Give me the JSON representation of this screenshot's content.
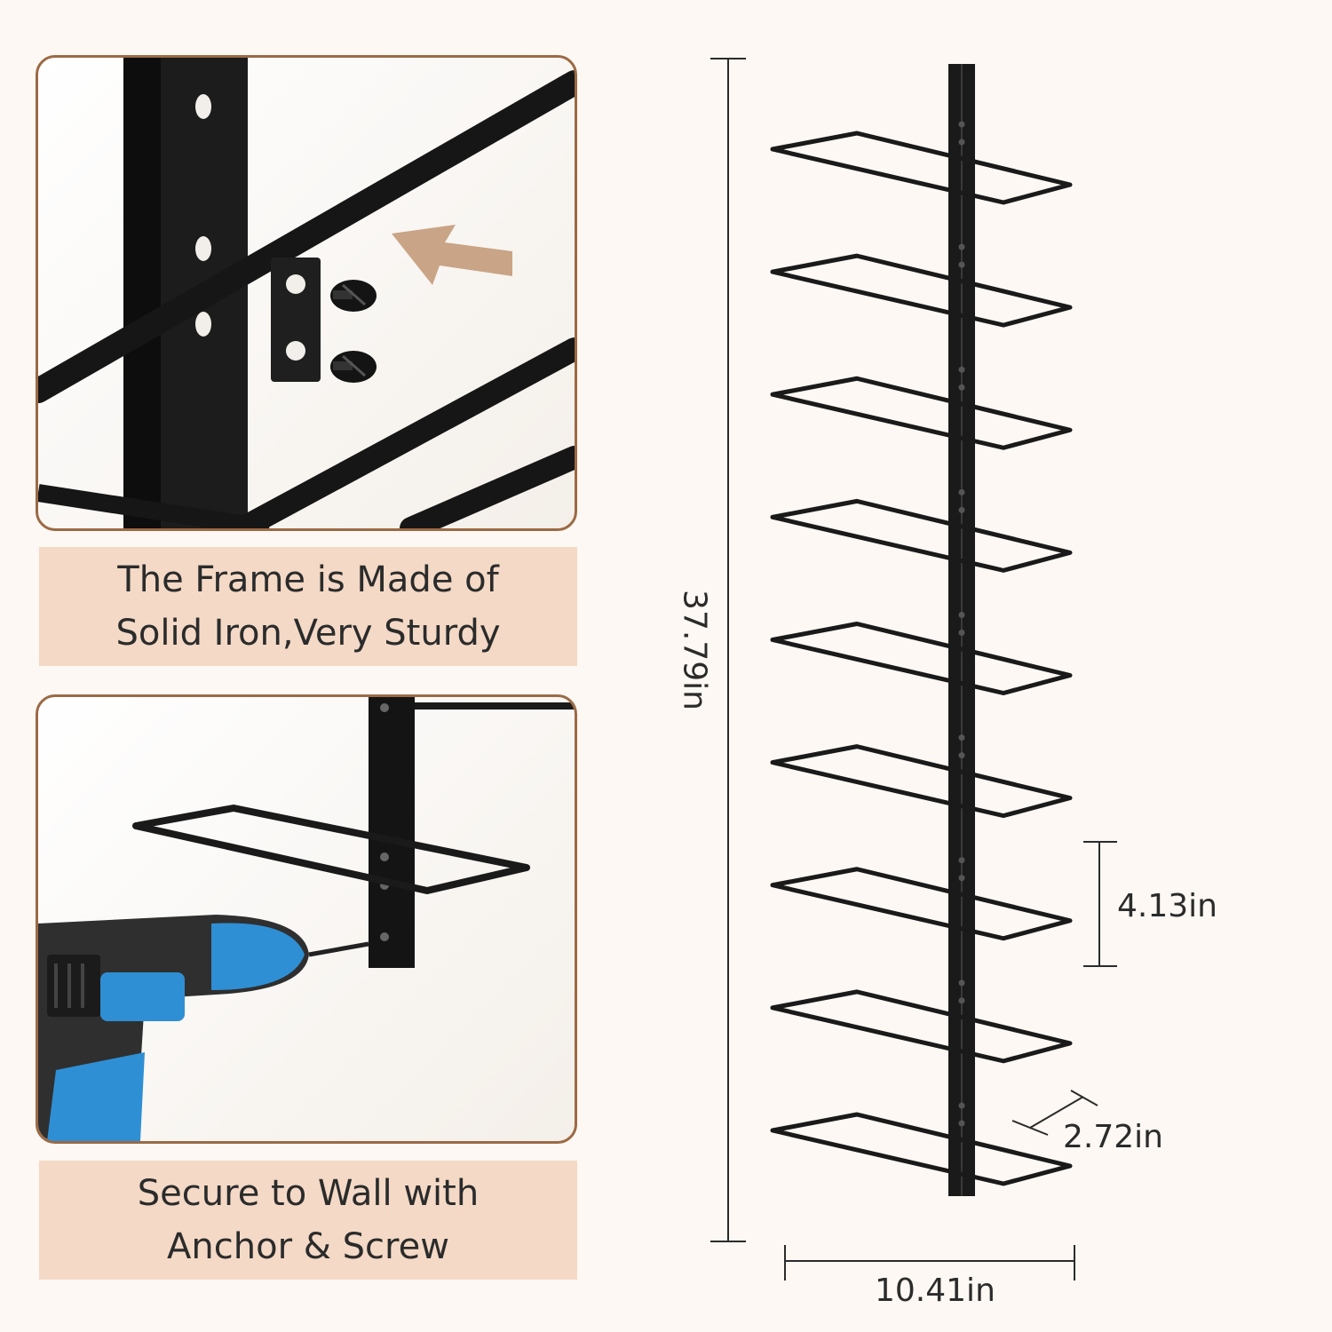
{
  "panels": [
    {
      "caption_lines": [
        "The Frame is Made of",
        "Solid Iron,Very Sturdy"
      ],
      "icon": "bracket-screw-closeup"
    },
    {
      "caption_lines": [
        "Secure to Wall with",
        "Anchor & Screw"
      ],
      "icon": "drill-mounting"
    }
  ],
  "dimensions": {
    "height": "37.79in",
    "spacing": "4.13in",
    "depth": "2.72in",
    "width": "10.41in"
  },
  "rack": {
    "tiers": 9
  },
  "colors": {
    "background": "#fdf8f3",
    "accent_border": "#9b6a45",
    "caption_bg": "#f3d9c6",
    "metal": "#1a1a1a",
    "arrow": "#c9a486",
    "drill_blue": "#2f8fd4"
  }
}
